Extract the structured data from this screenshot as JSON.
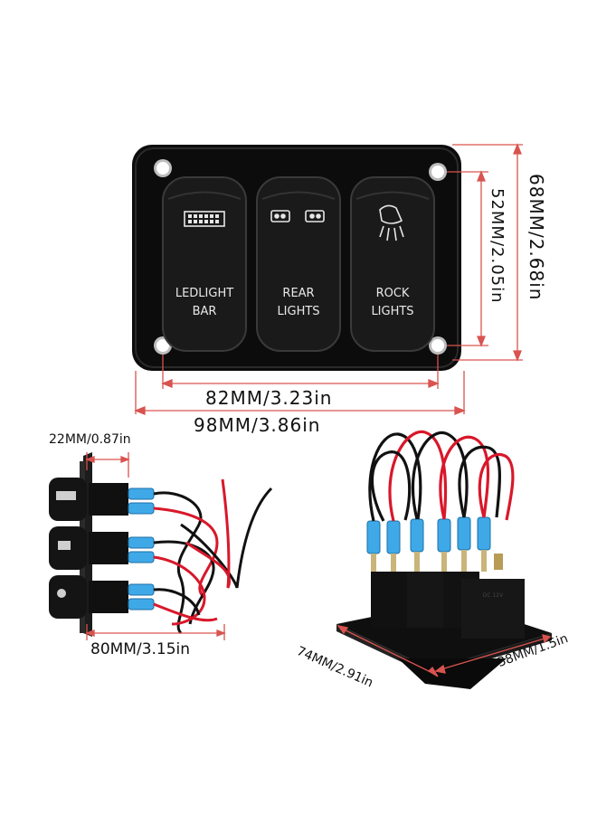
{
  "panel": {
    "switches": [
      {
        "line1": "LEDLIGHT",
        "line2": "BAR",
        "icon": "led-light-bar-icon"
      },
      {
        "line1": "REAR",
        "line2": "LIGHTS",
        "icon": "rear-lights-icon"
      },
      {
        "line1": "ROCK",
        "line2": "LIGHTS",
        "icon": "rock-lights-icon"
      }
    ]
  },
  "dimensions": {
    "hole_spacing_width": "82MM/3.23in",
    "overall_width": "98MM/3.86in",
    "hole_spacing_height": "52MM/2.05in",
    "overall_height": "68MM/2.68in",
    "side_switch_width": "22MM/0.87in",
    "side_depth": "80MM/3.15in",
    "iso_width": "74MM/2.91in",
    "iso_depth": "38MM/1.5in"
  },
  "colors": {
    "dimension_line": "#d9534f",
    "panel": "#0c0c0c",
    "wire_red": "#d8182a",
    "wire_black": "#111111",
    "connector_blue": "#3fa9e8"
  }
}
